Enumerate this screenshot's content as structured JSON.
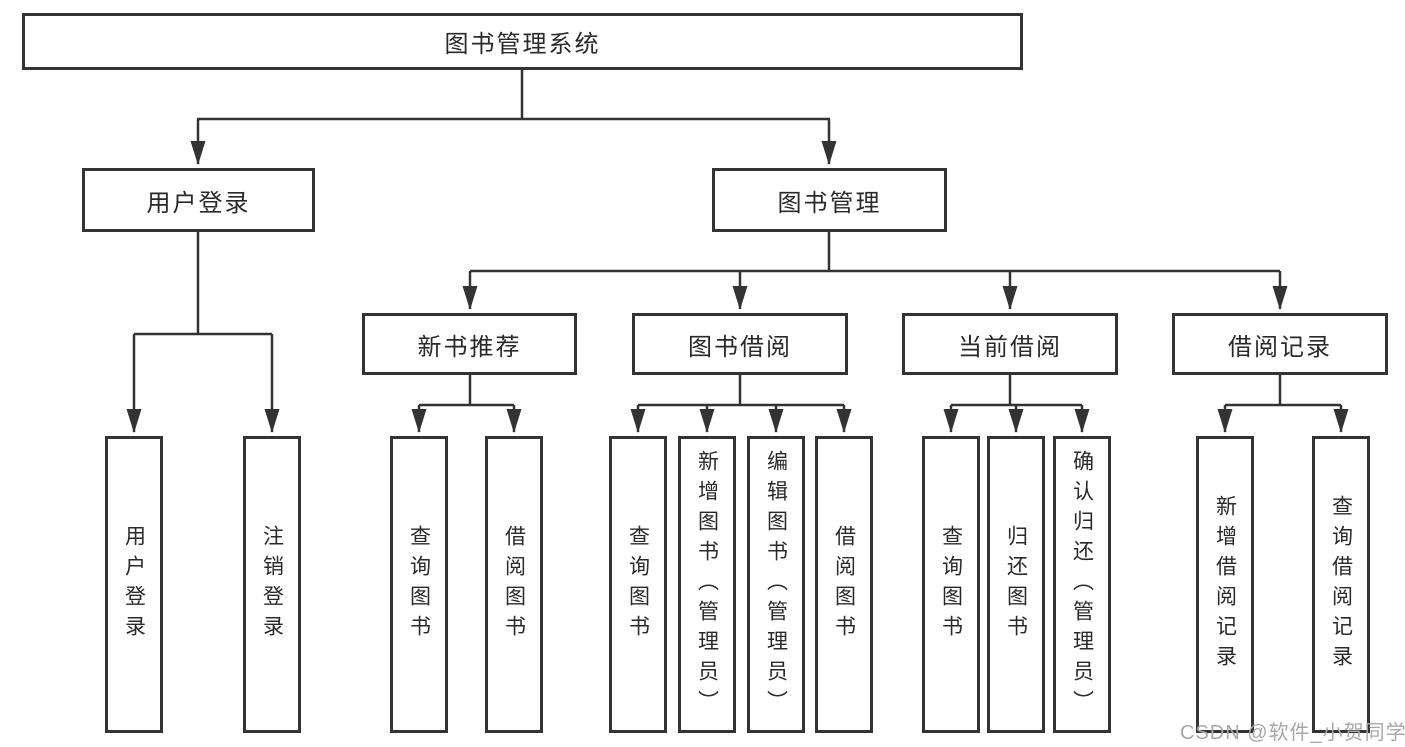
{
  "diagram": {
    "title": "图书管理系统",
    "root": "图书管理系统",
    "branches": [
      {
        "label": "用户登录",
        "children": [
          "用户登录",
          "注销登录"
        ]
      },
      {
        "label": "图书管理",
        "sections": [
          {
            "label": "新书推荐",
            "children": [
              "查询图书",
              "借阅图书"
            ]
          },
          {
            "label": "图书借阅",
            "children": [
              "查询图书",
              "新增图书（管理员）",
              "编辑图书（管理员）",
              "借阅图书"
            ]
          },
          {
            "label": "当前借阅",
            "children": [
              "查询图书",
              "归还图书",
              "确认归还（管理员）"
            ]
          },
          {
            "label": "借阅记录",
            "children": [
              "新增借阅记录",
              "查询借阅记录"
            ]
          }
        ]
      }
    ]
  },
  "watermark": {
    "text": "CSDN @软件_小贺同学",
    "color": "#a7a7ae"
  },
  "colors": {
    "node_border": "#333333",
    "connector_line": "#333333",
    "node_fill": "#ffffff",
    "text": "#2a2a2a",
    "background": "#ffffff"
  }
}
